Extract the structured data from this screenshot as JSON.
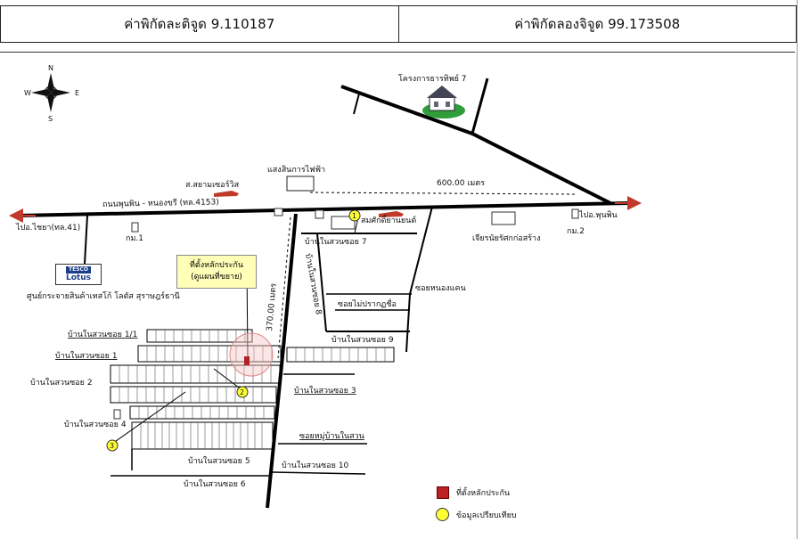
{
  "header": {
    "latitude": "ค่าพิกัดละติจูด 9.110187",
    "longitude": "ค่าพิกัดลองจิจูด 99.173508"
  },
  "compass": {
    "n": "N",
    "s": "S",
    "e": "E",
    "w": "W"
  },
  "labels": {
    "project7": "โครงการธารทิพย์ 7",
    "elec_office": "แสงสินการไฟฟ้า",
    "siam_service": "ส.สยามเซอร์วิส",
    "distance_600": "600.00 เมตร",
    "main_road": "ถนนพุนพิน - หนองขรี (ทล.4153)",
    "to_chaiya": "ไปอ.ไชยา(ทล.41)",
    "to_phunphin": "ไปอ.พุนพิน",
    "km1": "กม.1",
    "km2": "กม.2",
    "somsak": "สมศักดิ์ยานยนต์",
    "chiangyai": "เจียรนัยรัศกก่อสร้าง",
    "soi7": "บ้านในสวนซอย 7",
    "soi8": "บ้านในสวนซอย 8",
    "soi_nong_khaen": "ซอยหนองแคน",
    "soi_mai_prak": "ซอยไม่ปรากฏชื่อ",
    "soi9": "บ้านในสวนซอย 9",
    "distance_370": "370.00 เมตร",
    "soi1_1": "บ้านในสวนซอย 1/1",
    "soi1": "บ้านในสวนซอย 1",
    "soi2": "บ้านในสวนซอย 2",
    "soi3": "บ้านในสวนซอย 3",
    "soi4": "บ้านในสวนซอย 4",
    "soi_mu": "ซอยหมู่บ้านในสวน",
    "soi5": "บ้านในสวนซอย 5",
    "soi10": "บ้านในสวนซอย 10",
    "soi6": "บ้านในสวนซอย 6",
    "lotus_caption": "ศูนย์กระจายสินค้าเทสโก้ โลตัส สุราษฎร์ธานี",
    "tesco_top": "TESCO",
    "tesco_bottom": "Lotus"
  },
  "callout": {
    "line1": "ที่ตั้งหลักประกัน",
    "line2": "(ดูแผนที่ขยาย)"
  },
  "markers": [
    "1",
    "2",
    "3"
  ],
  "legend": {
    "collateral": "ที่ตั้งหลักประกัน",
    "comparison": "ข้อมูลเปรียบเทียบ"
  },
  "colors": {
    "road": "#000000",
    "arrow": "#c0392b",
    "marker": "#ffff33",
    "collateral": "#b22222",
    "callout_bg": "#ffffb8"
  }
}
